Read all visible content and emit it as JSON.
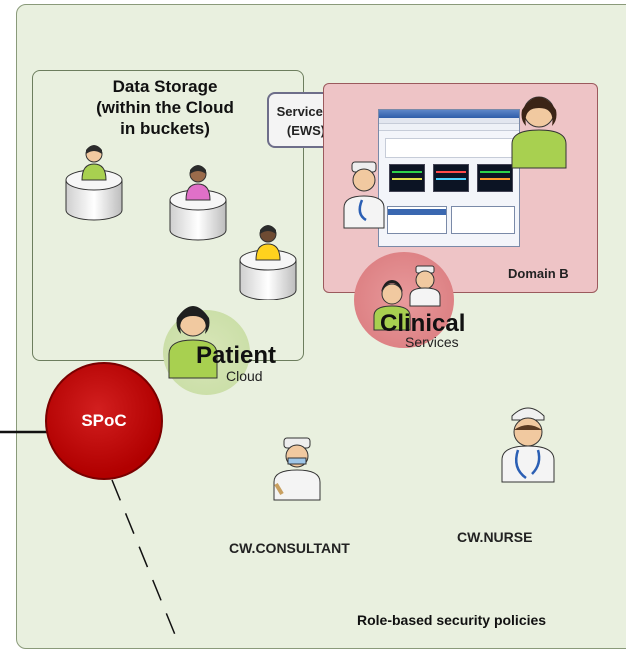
{
  "data_storage": {
    "title_lines": [
      "Data Storage",
      "(within the Cloud",
      "in buckets)"
    ]
  },
  "service_a": {
    "line1": "Service A",
    "line2": "(EWS)"
  },
  "domain_b": {
    "label": "Domain B"
  },
  "spoc": {
    "label": "SPoC"
  },
  "clinical_services": {
    "big": "Clinical",
    "small": "Services"
  },
  "patient_cloud": {
    "big": "Patient",
    "small": "Cloud"
  },
  "roles": {
    "consultant": "CW.CONSULTANT",
    "nurse": "CW.NURSE"
  },
  "footer": {
    "label": "Role-based security policies"
  },
  "icons": [
    "patient-db-icon",
    "consultant-icon",
    "nurse-icon",
    "ews-window-icon"
  ],
  "colors": {
    "domain_fill": "#eec4c6",
    "spoc_red": "#c40000",
    "patient_green": "#c6dca2",
    "background": "#e9f0df"
  }
}
